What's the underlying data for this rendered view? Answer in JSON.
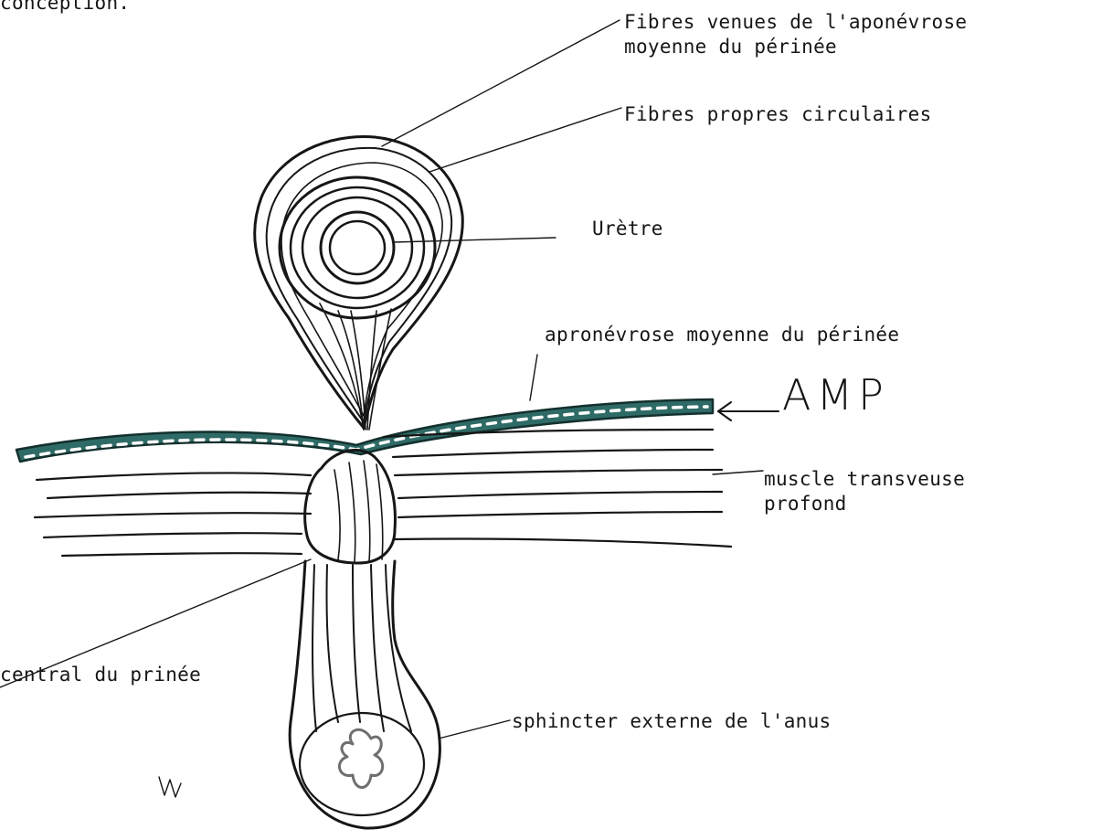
{
  "diagram": {
    "top_text": "conception.",
    "labels": {
      "fibres_aponevrose": [
        "Fibres venues de l'aponévrose",
        "moyenne du périnée"
      ],
      "fibres_circulaires": "Fibres propres circulaires",
      "uretre": "Urètre",
      "apronevrose": "apronévrose moyenne du périnée",
      "abbreviation": "AMP",
      "muscle": [
        "muscle transveuse",
        "profond"
      ],
      "centre": "central du prinée",
      "sphincter": "sphincter externe de l'anus"
    },
    "colors": {
      "ink": "#161616",
      "aponeurosis_band": "#2f6b66"
    }
  }
}
